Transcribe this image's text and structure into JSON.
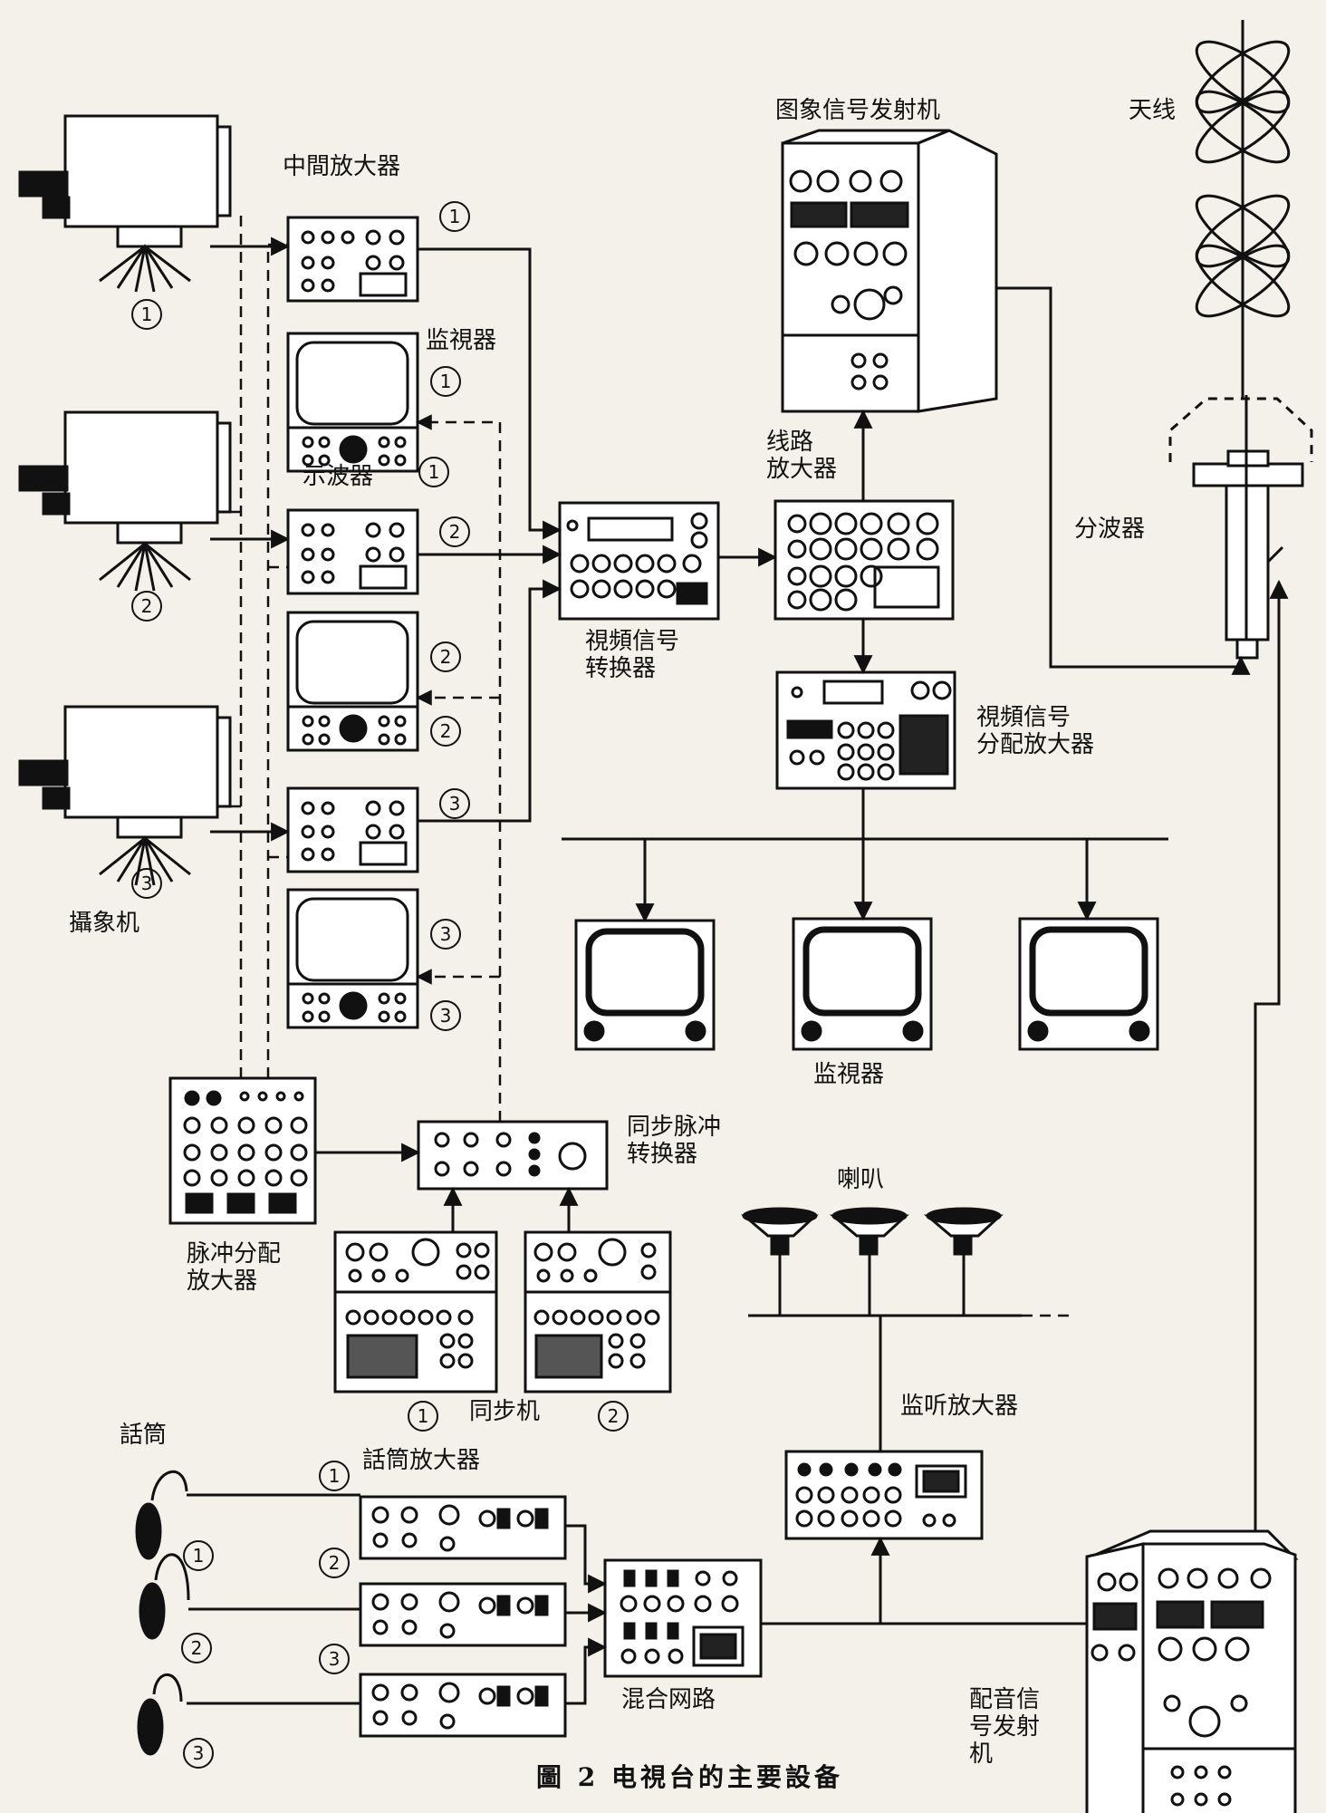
{
  "labels": {
    "intermediate_amp": "中間放大器",
    "monitor": "监視器",
    "oscilloscope": "示波器",
    "camera": "攝象机",
    "video_switcher": "視頻信号\n转换器",
    "line_amp": "线路\n放大器",
    "video_dist_amp": "視頻信号\n分配放大器",
    "monitors_bottom": "监視器",
    "image_transmitter": "图象信号发射机",
    "antenna": "天线",
    "diplexer": "分波器",
    "sync_pulse_switcher": "同步脉冲\n转换器",
    "pulse_dist_amp": "脉冲分配\n放大器",
    "sync_gen": "同步机",
    "speaker": "喇叭",
    "monitor_amp": "监听放大器",
    "mic": "話筒",
    "mic_amp": "話筒放大器",
    "mixer": "混合网路",
    "audio_transmitter": "配音信\n号发射\n机",
    "caption": "圖 2   电視台的主要設备"
  },
  "numbers": {
    "one": "1",
    "two": "2",
    "three": "3"
  }
}
